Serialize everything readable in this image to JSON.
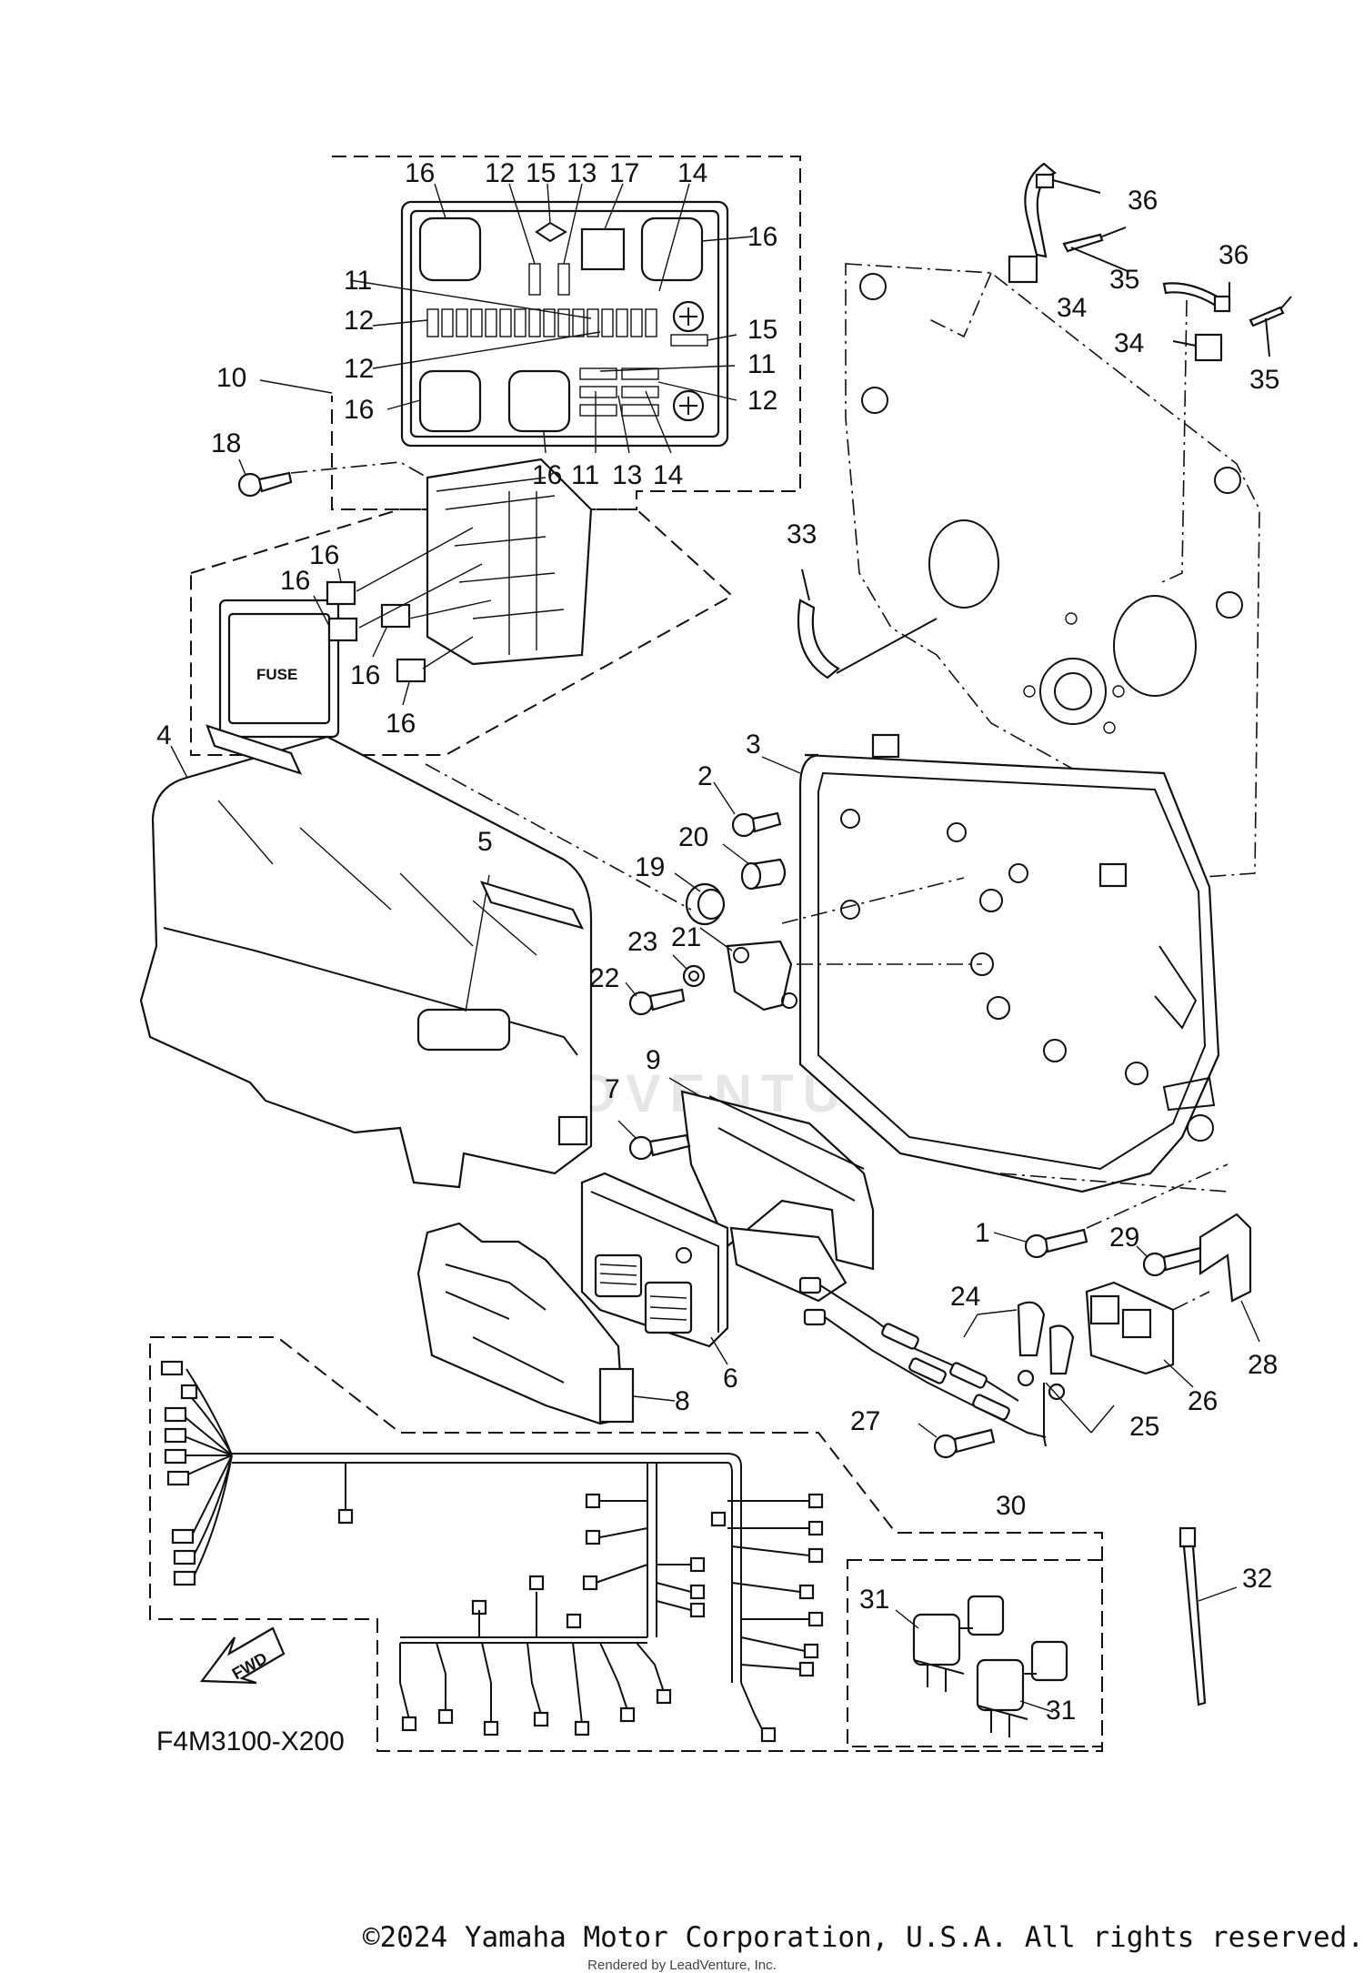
{
  "diagram_code": "F4M3100-X200",
  "fwd_label": "FWD",
  "fuse_label": "FUSE",
  "watermark": "LEADVENTURE",
  "copyright": "©2024 Yamaha Motor Corporation, U.S.A. All rights reserved.",
  "rendered_by": "Rendered by LeadVenture, Inc.",
  "callouts": [
    {
      "id": "c16a",
      "text": "16"
    },
    {
      "id": "c12a",
      "text": "12"
    },
    {
      "id": "c15a",
      "text": "15"
    },
    {
      "id": "c13a",
      "text": "13"
    },
    {
      "id": "c17",
      "text": "17"
    },
    {
      "id": "c14a",
      "text": "14"
    },
    {
      "id": "c16b",
      "text": "16"
    },
    {
      "id": "c11a",
      "text": "11"
    },
    {
      "id": "c12b",
      "text": "12"
    },
    {
      "id": "c15b",
      "text": "15"
    },
    {
      "id": "c12c",
      "text": "12"
    },
    {
      "id": "c11b",
      "text": "11"
    },
    {
      "id": "c10",
      "text": "10"
    },
    {
      "id": "c16c",
      "text": "16"
    },
    {
      "id": "c12d",
      "text": "12"
    },
    {
      "id": "c16d",
      "text": "16"
    },
    {
      "id": "c11c",
      "text": "11"
    },
    {
      "id": "c13b",
      "text": "13"
    },
    {
      "id": "c14b",
      "text": "14"
    },
    {
      "id": "c18",
      "text": "18"
    },
    {
      "id": "c16e",
      "text": "16"
    },
    {
      "id": "c16f",
      "text": "16"
    },
    {
      "id": "c16g",
      "text": "16"
    },
    {
      "id": "c16h",
      "text": "16"
    },
    {
      "id": "c36a",
      "text": "36"
    },
    {
      "id": "c35a",
      "text": "35"
    },
    {
      "id": "c34a",
      "text": "34"
    },
    {
      "id": "c36b",
      "text": "36"
    },
    {
      "id": "c34b",
      "text": "34"
    },
    {
      "id": "c35b",
      "text": "35"
    },
    {
      "id": "c33",
      "text": "33"
    },
    {
      "id": "c3",
      "text": "3"
    },
    {
      "id": "c2",
      "text": "2"
    },
    {
      "id": "c20",
      "text": "20"
    },
    {
      "id": "c19",
      "text": "19"
    },
    {
      "id": "c21",
      "text": "21"
    },
    {
      "id": "c23",
      "text": "23"
    },
    {
      "id": "c22",
      "text": "22"
    },
    {
      "id": "c4",
      "text": "4"
    },
    {
      "id": "c5",
      "text": "5"
    },
    {
      "id": "c9",
      "text": "9"
    },
    {
      "id": "c7",
      "text": "7"
    },
    {
      "id": "c1",
      "text": "1"
    },
    {
      "id": "c29",
      "text": "29"
    },
    {
      "id": "c24",
      "text": "24"
    },
    {
      "id": "c28",
      "text": "28"
    },
    {
      "id": "c26",
      "text": "26"
    },
    {
      "id": "c6",
      "text": "6"
    },
    {
      "id": "c8",
      "text": "8"
    },
    {
      "id": "c27",
      "text": "27"
    },
    {
      "id": "c25",
      "text": "25"
    },
    {
      "id": "c30",
      "text": "30"
    },
    {
      "id": "c32",
      "text": "32"
    },
    {
      "id": "c31a",
      "text": "31"
    },
    {
      "id": "c31b",
      "text": "31"
    }
  ]
}
